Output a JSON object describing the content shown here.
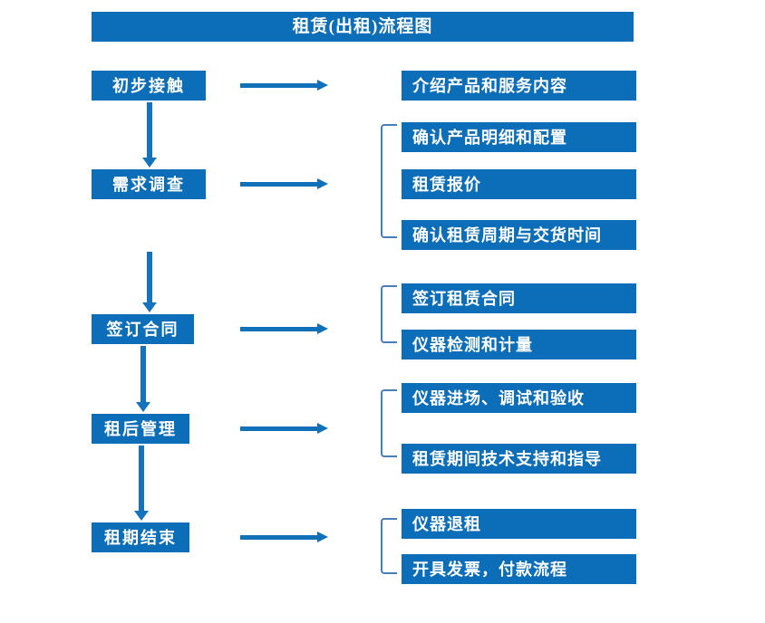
{
  "title": "租赁(出租)流程图",
  "colors": {
    "box_blue": "#0C6DB8",
    "arrow_blue": "#1071B8",
    "bracket_blue": "#4A7EBB",
    "text_white": "#FFFFFF",
    "background": "#FFFFFF"
  },
  "stages": [
    {
      "label": "初步接触"
    },
    {
      "label": "需求调查"
    },
    {
      "label": "签订合同"
    },
    {
      "label": "租后管理"
    },
    {
      "label": "租期结束"
    }
  ],
  "details": [
    {
      "label": "介绍产品和服务内容"
    },
    {
      "label": "确认产品明细和配置"
    },
    {
      "label": "租赁报价"
    },
    {
      "label": "确认租赁周期与交货时间"
    },
    {
      "label": "签订租赁合同"
    },
    {
      "label": "仪器检测和计量"
    },
    {
      "label": "仪器进场、调试和验收"
    },
    {
      "label": "租赁期间技术支持和指导"
    },
    {
      "label": "仪器退租"
    },
    {
      "label": "开具发票，付款流程"
    }
  ]
}
